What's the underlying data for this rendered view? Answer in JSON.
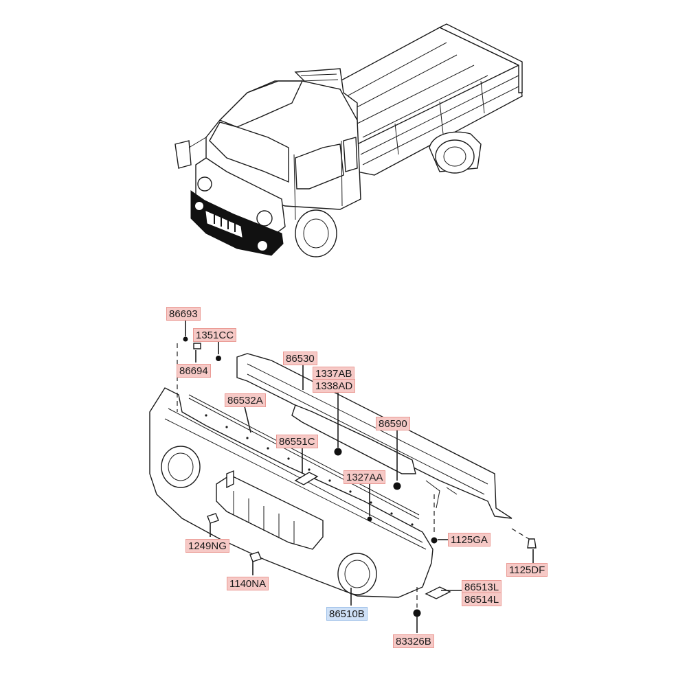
{
  "colors": {
    "label_fill": "#f6c9c6",
    "label_border": "#ea9a94",
    "highlight_fill": "#cfe1f7",
    "highlight_border": "#9cbfe8",
    "line": "#1a1a1a"
  },
  "callouts": [
    {
      "id": "86693",
      "text": "86693",
      "highlight": false
    },
    {
      "id": "1351CC",
      "text": "1351CC",
      "highlight": false
    },
    {
      "id": "86694",
      "text": "86694",
      "highlight": false
    },
    {
      "id": "86530",
      "text": "86530",
      "highlight": false
    },
    {
      "id": "1337AB",
      "text": "1337AB",
      "highlight": false
    },
    {
      "id": "1338AD",
      "text": "1338AD",
      "highlight": false
    },
    {
      "id": "86532A",
      "text": "86532A",
      "highlight": false
    },
    {
      "id": "86590",
      "text": "86590",
      "highlight": false
    },
    {
      "id": "86551C",
      "text": "86551C",
      "highlight": false
    },
    {
      "id": "1327AA",
      "text": "1327AA",
      "highlight": false
    },
    {
      "id": "1125GA",
      "text": "1125GA",
      "highlight": false
    },
    {
      "id": "1125DF",
      "text": "1125DF",
      "highlight": false
    },
    {
      "id": "1249NG",
      "text": "1249NG",
      "highlight": false
    },
    {
      "id": "1140NA",
      "text": "1140NA",
      "highlight": false
    },
    {
      "id": "86513L",
      "text": "86513L",
      "highlight": false
    },
    {
      "id": "86514L",
      "text": "86514L",
      "highlight": false
    },
    {
      "id": "86510B",
      "text": "86510B",
      "highlight": true
    },
    {
      "id": "83326B",
      "text": "83326B",
      "highlight": false
    }
  ]
}
